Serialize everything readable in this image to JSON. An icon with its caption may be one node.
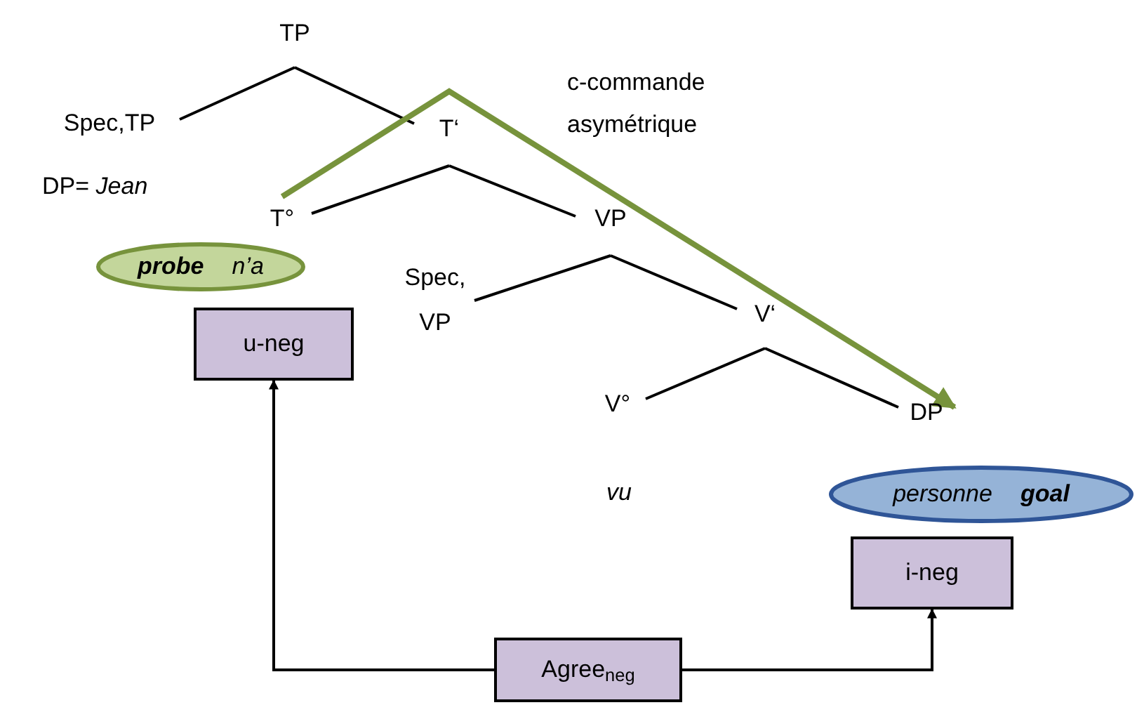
{
  "diagram": {
    "nodes": [
      {
        "text": [
          "TP"
        ]
      },
      {
        "text": [
          "Spec,TP"
        ]
      },
      {
        "text": [
          "T‘"
        ]
      },
      {
        "text": [
          "T°"
        ]
      },
      {
        "text": [
          "VP"
        ]
      },
      {
        "text": [
          "probe",
          "n’a"
        ]
      },
      {
        "text": [
          "Spec, VP"
        ]
      },
      {
        "text": [
          "V‘"
        ]
      },
      {
        "text": [
          "u-neg"
        ]
      },
      {
        "text": [
          "V°"
        ]
      },
      {
        "text": [
          "DP"
        ]
      },
      {
        "text": [
          "personne",
          "goal"
        ]
      },
      {
        "text": [
          "i-neg"
        ]
      },
      {
        "text": [
          "Agree$_{neg}$"
        ]
      }
    ],
    "edges": [
      {
        "from": 0,
        "to": 1,
        "arrow": "none"
      },
      {
        "from": 0,
        "to": 2,
        "arrow": "none"
      },
      {
        "from": 2,
        "to": 3,
        "arrow": "none"
      },
      {
        "from": 2,
        "to": 4,
        "arrow": "none"
      },
      {
        "from": 4,
        "to": 6,
        "arrow": "none"
      },
      {
        "from": 4,
        "to": 7,
        "arrow": "none"
      },
      {
        "from": 7,
        "to": 9,
        "arrow": "none"
      },
      {
        "from": 7,
        "to": 10,
        "arrow": "none"
      },
      {
        "from": 3,
        "to": 10,
        "arrow": "to",
        "style": "thick",
        "color": "#77933c"
      },
      {
        "from": 13,
        "to": 8,
        "arrow": "to"
      },
      {
        "from": 13,
        "to": 12,
        "arrow": "to"
      }
    ],
    "labels": [
      "c-commande asymétrique",
      "DP= *Jean*",
      "vu"
    ]
  }
}
